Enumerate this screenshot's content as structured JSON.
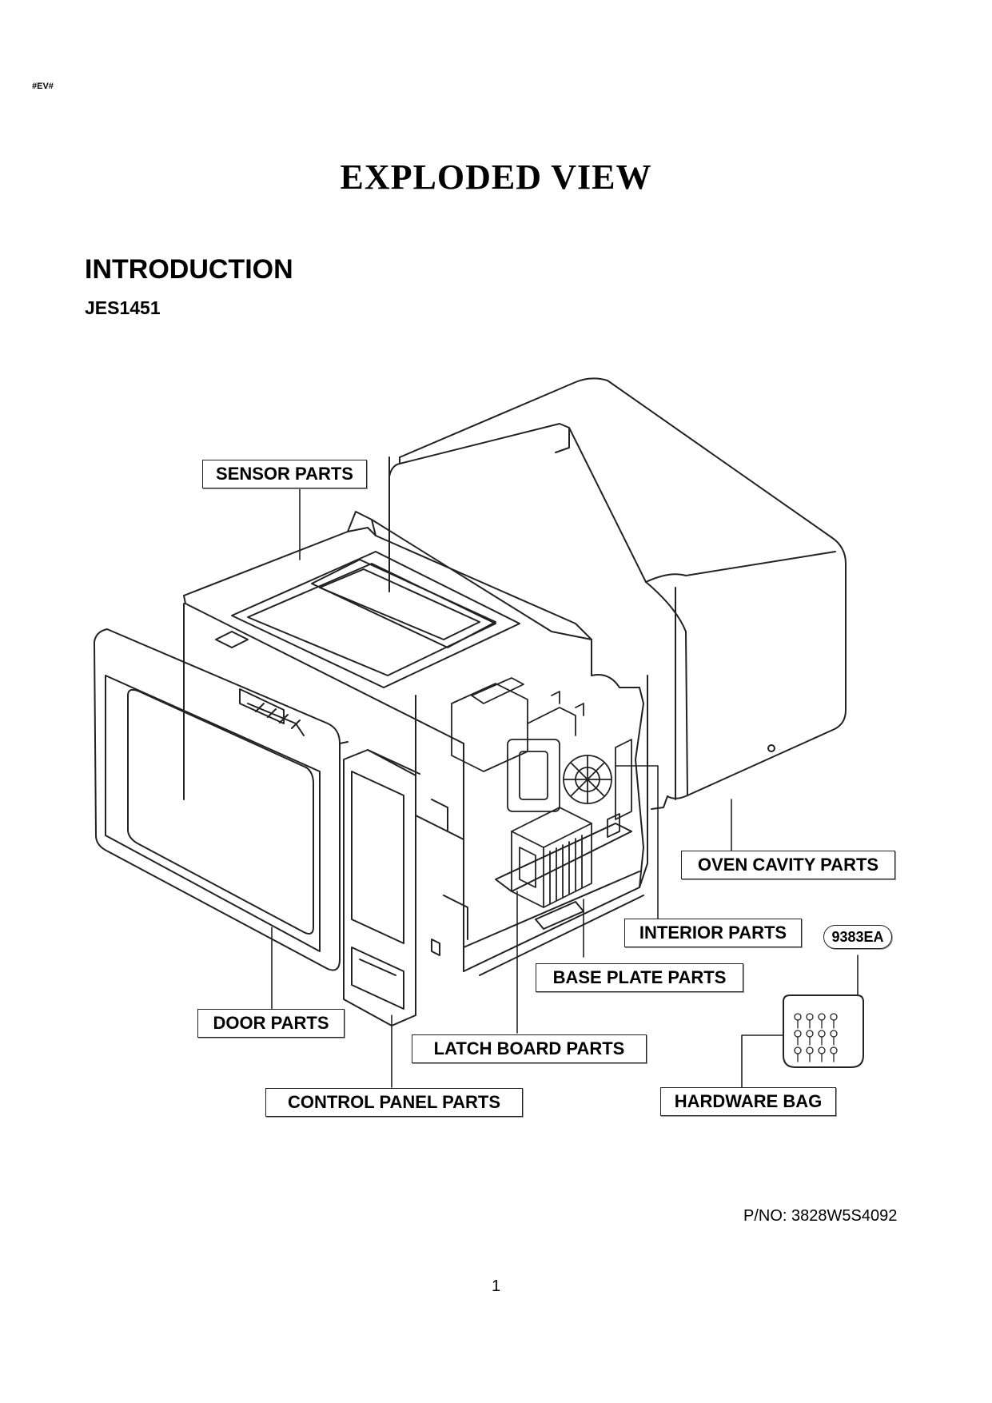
{
  "header": {
    "doc_code": "#EV#"
  },
  "title": "EXPLODED VIEW",
  "section": {
    "title": "INTRODUCTION",
    "model": "JES1451"
  },
  "labels": {
    "sensor": "SENSOR PARTS",
    "oven_cavity": "OVEN CAVITY PARTS",
    "interior": "INTERIOR PARTS",
    "bag_code": "9383EA",
    "base_plate": "BASE PLATE PARTS",
    "door": "DOOR PARTS",
    "latch_board": "LATCH BOARD PARTS",
    "control_panel": "CONTROL PANEL PARTS",
    "hardware_bag": "HARDWARE BAG"
  },
  "footer": {
    "part_no": "P/NO: 3828W5S4092",
    "page": "1"
  }
}
